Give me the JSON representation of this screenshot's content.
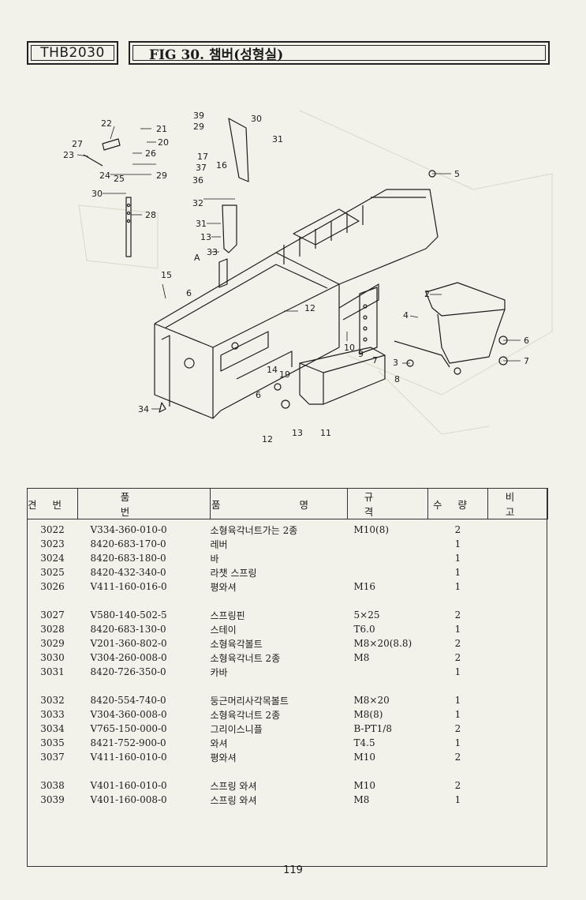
{
  "header": {
    "model": "THB2030",
    "figure_title": "FIG 30. 챔버(성형실)"
  },
  "diagram": {
    "callouts": [
      "22",
      "21",
      "20",
      "26",
      "27",
      "23",
      "24",
      "25",
      "29",
      "30",
      "28",
      "39",
      "29",
      "30",
      "31",
      "17",
      "37",
      "36",
      "16",
      "32",
      "31",
      "13",
      "33",
      "A",
      "15",
      "6",
      "12",
      "5",
      "2",
      "4",
      "6",
      "7",
      "3",
      "8",
      "10",
      "9",
      "7",
      "14",
      "19",
      "6",
      "34",
      "12",
      "13",
      "11"
    ]
  },
  "table": {
    "headers": [
      "견번",
      "품 번",
      "품 명",
      "규 격",
      "수량",
      "비 고"
    ],
    "rows": [
      {
        "ref": "3022",
        "part": "V334-360-010-0",
        "name": "소형육각너트가는 2종",
        "spec": "M10(8)",
        "qty": "2",
        "rem": ""
      },
      {
        "ref": "3023",
        "part": "8420-683-170-0",
        "name": "레버",
        "spec": "",
        "qty": "1",
        "rem": ""
      },
      {
        "ref": "3024",
        "part": "8420-683-180-0",
        "name": "바",
        "spec": "",
        "qty": "1",
        "rem": ""
      },
      {
        "ref": "3025",
        "part": "8420-432-340-0",
        "name": "라챗 스프링",
        "spec": "",
        "qty": "1",
        "rem": ""
      },
      {
        "ref": "3026",
        "part": "V411-160-016-0",
        "name": "평와셔",
        "spec": "M16",
        "qty": "1",
        "rem": ""
      },
      {
        "gap": true
      },
      {
        "ref": "3027",
        "part": "V580-140-502-5",
        "name": "스프링핀",
        "spec": "5×25",
        "qty": "2",
        "rem": ""
      },
      {
        "ref": "3028",
        "part": "8420-683-130-0",
        "name": "스테이",
        "spec": "T6.0",
        "qty": "1",
        "rem": ""
      },
      {
        "ref": "3029",
        "part": "V201-360-802-0",
        "name": "소형육각볼트",
        "spec": "M8×20(8.8)",
        "qty": "2",
        "rem": ""
      },
      {
        "ref": "3030",
        "part": "V304-260-008-0",
        "name": "소형육각너트 2종",
        "spec": "M8",
        "qty": "2",
        "rem": ""
      },
      {
        "ref": "3031",
        "part": "8420-726-350-0",
        "name": "카바",
        "spec": "",
        "qty": "1",
        "rem": ""
      },
      {
        "gap": true
      },
      {
        "ref": "3032",
        "part": "8420-554-740-0",
        "name": "둥근머리사각목볼트",
        "spec": "M8×20",
        "qty": "1",
        "rem": ""
      },
      {
        "ref": "3033",
        "part": "V304-360-008-0",
        "name": "소형육각너트 2종",
        "spec": "M8(8)",
        "qty": "1",
        "rem": ""
      },
      {
        "ref": "3034",
        "part": "V765-150-000-0",
        "name": "그리이스니플",
        "spec": "B-PT1/8",
        "qty": "2",
        "rem": ""
      },
      {
        "ref": "3035",
        "part": "8421-752-900-0",
        "name": "와셔",
        "spec": "T4.5",
        "qty": "1",
        "rem": ""
      },
      {
        "ref": "3037",
        "part": "V411-160-010-0",
        "name": "평와셔",
        "spec": "M10",
        "qty": "2",
        "rem": ""
      },
      {
        "gap": true
      },
      {
        "ref": "3038",
        "part": "V401-160-010-0",
        "name": "스프링 와셔",
        "spec": "M10",
        "qty": "2",
        "rem": ""
      },
      {
        "ref": "3039",
        "part": "V401-160-008-0",
        "name": "스프링 와셔",
        "spec": "M8",
        "qty": "1",
        "rem": ""
      }
    ]
  },
  "footer": {
    "page_number": "119"
  }
}
